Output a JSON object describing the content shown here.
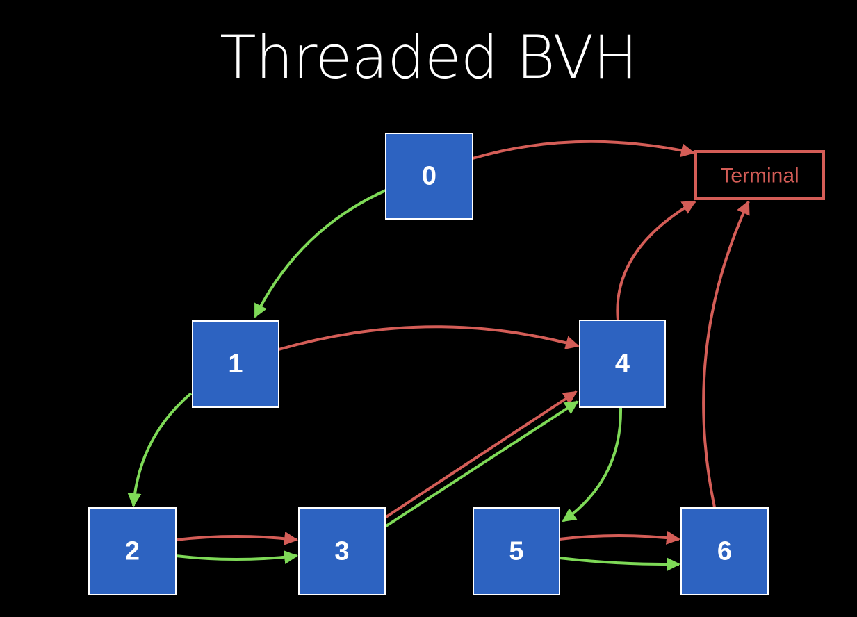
{
  "title": "Threaded BVH",
  "colors": {
    "background": "#000000",
    "node_fill": "#2d63c1",
    "node_border": "#ffffff",
    "hit_link": "#7ed957",
    "miss_link": "#d45d57",
    "terminal": "#d45d57"
  },
  "nodes": [
    {
      "id": "0",
      "label": "0"
    },
    {
      "id": "1",
      "label": "1"
    },
    {
      "id": "2",
      "label": "2"
    },
    {
      "id": "3",
      "label": "3"
    },
    {
      "id": "4",
      "label": "4"
    },
    {
      "id": "5",
      "label": "5"
    },
    {
      "id": "6",
      "label": "6"
    }
  ],
  "terminal": {
    "id": "terminal",
    "label": "Terminal"
  },
  "edges": [
    {
      "from": "0",
      "to": "1",
      "kind": "hit"
    },
    {
      "from": "0",
      "to": "terminal",
      "kind": "miss"
    },
    {
      "from": "1",
      "to": "2",
      "kind": "hit"
    },
    {
      "from": "1",
      "to": "4",
      "kind": "miss"
    },
    {
      "from": "2",
      "to": "3",
      "kind": "hit"
    },
    {
      "from": "2",
      "to": "3",
      "kind": "miss"
    },
    {
      "from": "3",
      "to": "4",
      "kind": "hit"
    },
    {
      "from": "3",
      "to": "4",
      "kind": "miss"
    },
    {
      "from": "4",
      "to": "5",
      "kind": "hit"
    },
    {
      "from": "4",
      "to": "terminal",
      "kind": "miss"
    },
    {
      "from": "5",
      "to": "6",
      "kind": "hit"
    },
    {
      "from": "5",
      "to": "6",
      "kind": "miss"
    },
    {
      "from": "6",
      "to": "terminal",
      "kind": "miss"
    }
  ]
}
